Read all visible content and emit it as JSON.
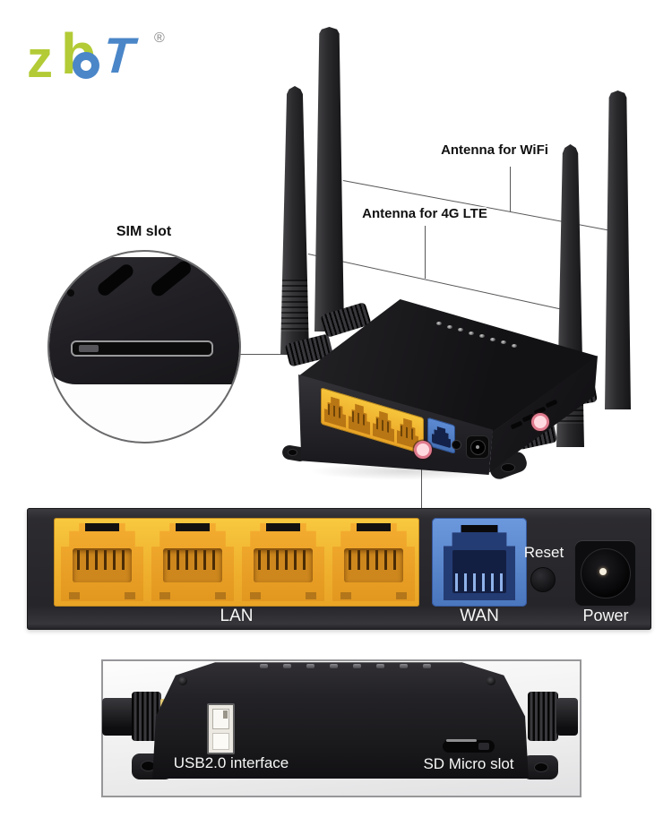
{
  "logo": {
    "z": "z",
    "b": "b",
    "t": "T",
    "registered": "®",
    "green": "#b3cb36",
    "blue": "#4a86c8"
  },
  "annotations": {
    "wifi": "Antenna for WiFi",
    "lte": "Antenna for 4G LTE",
    "sim": "SIM slot"
  },
  "rear_panel": {
    "lan": "LAN",
    "wan": "WAN",
    "reset": "Reset",
    "power": "Power",
    "lan_port_count": 4,
    "lan_color": "#f0b22f",
    "wan_color": "#5b89d0",
    "panel_color": "#29282b"
  },
  "io_panel": {
    "usb": "USB2.0 interface",
    "sd": "SD Micro slot"
  },
  "device": {
    "antenna_count": 4,
    "led_count": 8,
    "marker_color": "#e07a8e"
  }
}
